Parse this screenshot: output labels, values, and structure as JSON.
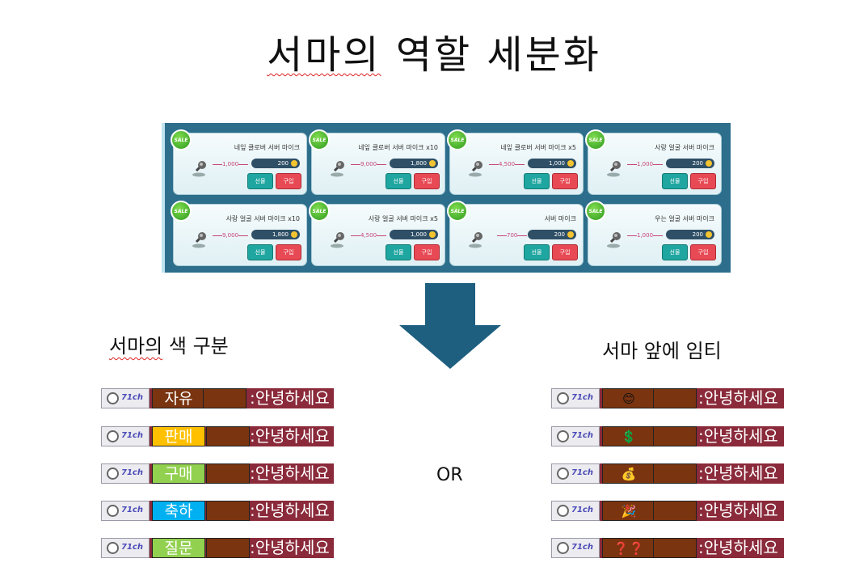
{
  "title": {
    "squiggled": "서마의",
    "rest": " 역할 세분화"
  },
  "shop": {
    "sale_label": "SALE",
    "items": [
      {
        "name": "네잎 클로버 서버 마이크",
        "old_price": "1,000",
        "new_price": "200",
        "gift": "선물",
        "buy": "구입",
        "icon": "microphone-icon"
      },
      {
        "name": "네잎 클로버 서버 마이크 x10",
        "old_price": "9,000",
        "new_price": "1,800",
        "gift": "선물",
        "buy": "구입",
        "icon": "microphone-icon"
      },
      {
        "name": "네잎 클로버 서버 마이크 x5",
        "old_price": "4,500",
        "new_price": "1,000",
        "gift": "선물",
        "buy": "구입",
        "icon": "microphone-icon"
      },
      {
        "name": "사랑 얼굴 서버 마이크",
        "old_price": "1,000",
        "new_price": "200",
        "gift": "선물",
        "buy": "구입",
        "icon": "microphone-icon"
      },
      {
        "name": "사랑 얼굴 서버 마이크 x10",
        "old_price": "9,000",
        "new_price": "1,800",
        "gift": "선물",
        "buy": "구입",
        "icon": "microphone-icon"
      },
      {
        "name": "사랑 얼굴 서버 마이크 x5",
        "old_price": "4,500",
        "new_price": "1,000",
        "gift": "선물",
        "buy": "구입",
        "icon": "microphone-icon"
      },
      {
        "name": "서버 마이크",
        "old_price": "700",
        "new_price": "200",
        "gift": "선물",
        "buy": "구입",
        "icon": "microphone-icon"
      },
      {
        "name": "우는 얼굴 서버 마이크",
        "old_price": "1,000",
        "new_price": "200",
        "gift": "선물",
        "buy": "구입",
        "icon": "microphone-icon"
      }
    ]
  },
  "left": {
    "heading": {
      "squiggled": "서마의",
      "rest": " 색 구분"
    },
    "channel": "71ch",
    "rows": [
      {
        "tag": "자유",
        "color": "#7a3410",
        "message": ":안녕하세요"
      },
      {
        "tag": "판매",
        "color": "#ffc000",
        "message": ":안녕하세요"
      },
      {
        "tag": "구매",
        "color": "#92d050",
        "message": ":안녕하세요"
      },
      {
        "tag": "축하",
        "color": "#00b0f0",
        "message": ":안녕하세요"
      },
      {
        "tag": "질문",
        "color": "#92d050",
        "message": ":안녕하세요"
      }
    ]
  },
  "right": {
    "heading": "서마 앞에 임티",
    "channel": "71ch",
    "rows": [
      {
        "emoji": "😊",
        "icon": "smile-emoji-icon",
        "message": ":안녕하세요"
      },
      {
        "emoji": "💲",
        "icon": "dollar-emoji-icon",
        "message": ":안녕하세요"
      },
      {
        "emoji": "💰",
        "icon": "money-bag-emoji-icon",
        "message": ":안녕하세요"
      },
      {
        "emoji": "🎉",
        "icon": "party-popper-emoji-icon",
        "message": ":안녕하세요"
      },
      {
        "emoji": "❓❓",
        "icon": "question-emoji-icon",
        "message": ":안녕하세요"
      }
    ]
  },
  "or_label": "OR",
  "colors": {
    "arrow": "#1e5f80",
    "chat_bg": "#8a2a3a",
    "shop_bg": "#2c6e8b"
  }
}
